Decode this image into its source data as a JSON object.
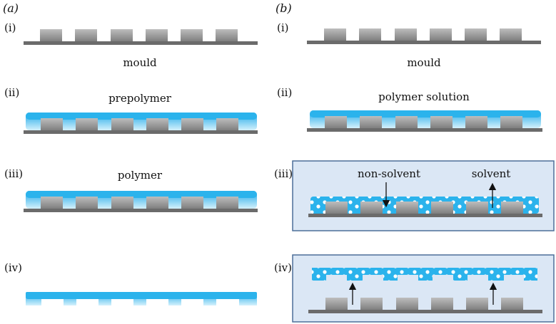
{
  "panel_a": {
    "label": "(a)",
    "steps": [
      {
        "marker": "(i)",
        "caption": "mould"
      },
      {
        "marker": "(ii)",
        "caption": "prepolymer"
      },
      {
        "marker": "(iii)",
        "caption": "polymer"
      },
      {
        "marker": "(iv)",
        "caption": ""
      }
    ]
  },
  "panel_b": {
    "label": "(b)",
    "steps": [
      {
        "marker": "(i)",
        "caption": "mould"
      },
      {
        "marker": "(ii)",
        "caption": "polymer solution"
      },
      {
        "marker": "(iii)",
        "caption": "",
        "annotations": {
          "left": "non-solvent",
          "right": "solvent"
        }
      },
      {
        "marker": "(iv)",
        "caption": ""
      }
    ]
  },
  "colors": {
    "mould": "#8a8a8a",
    "mould_top": "#bdbdbd",
    "polymer": "#2bb3ec",
    "polymer_light": "#c9ecfb",
    "bath_fill": "#dbe7f5",
    "bath_border": "#4d6f99",
    "base": "#6b6b6b"
  }
}
